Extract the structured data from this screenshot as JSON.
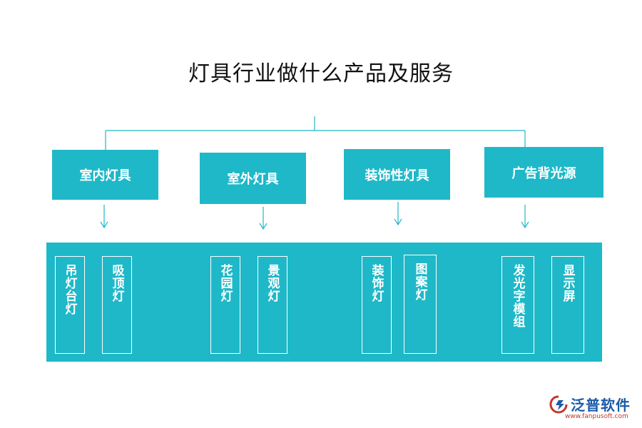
{
  "title": "灯具行业做什么产品及服务",
  "colors": {
    "accent": "#1fb8c8",
    "connector": "#1fb8c8",
    "logo_blue": "#1a5aa8",
    "logo_red": "#c0392b"
  },
  "categories": [
    {
      "label": "室内灯具",
      "items": [
        "吊灯台灯",
        "吸顶灯"
      ]
    },
    {
      "label": "室外灯具",
      "items": [
        "花园灯",
        "景观灯"
      ]
    },
    {
      "label": "装饰性灯具",
      "items": [
        "装饰灯",
        "图案灯"
      ]
    },
    {
      "label": "广告背光源",
      "items": [
        "发光字模组",
        "显示屏"
      ]
    }
  ],
  "logo": {
    "name": "泛普软件",
    "url": "www.fanpusoft.com",
    "icon": "fanpu-logo-icon"
  }
}
